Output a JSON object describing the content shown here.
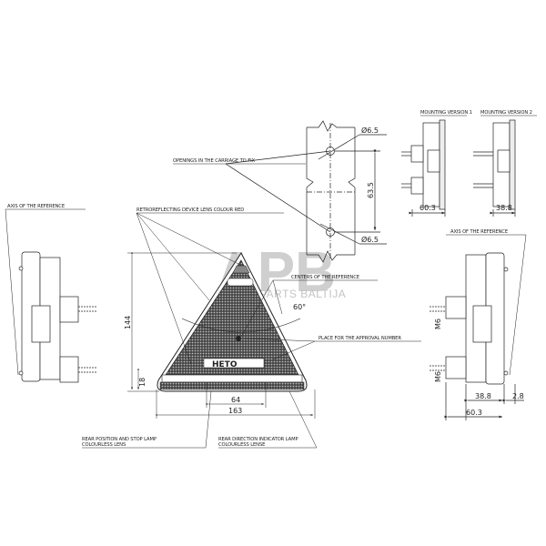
{
  "labels": {
    "openings": "OPENINGS IN THE CARRIAGE TO FIX",
    "axis_left": "AXIS OF THE REFERENCE",
    "axis_right": "AXIS OF THE REFERENCE",
    "retroreflecting": "RETROREFLECTING DEVICE LENS COLOUR RED",
    "centers": "CENTERS OF THE REFERENCE",
    "approval": "PLACE FOR THE APPROVAL NUMBER",
    "rear_position_1": "REAR POSITION AND STOP LAMP",
    "rear_position_2": "COLOURLESS LENS",
    "rear_direction_1": "REAR DIRECTION INDICATOR LAMP",
    "rear_direction_2": "COLOURLESS LENSE",
    "mounting_v1": "MOUNTING VERSION 1",
    "mounting_v2": "MOUNTING VERSION 2"
  },
  "dimensions": {
    "hole_top": "Ø6.5",
    "hole_bottom": "Ø6.5",
    "hole_spacing": "63.5",
    "height": "144",
    "base_strip": "18",
    "center_width": "64",
    "overall_width": "163",
    "angle": "60°",
    "mv1_depth": "60.3",
    "mv2_depth": "38.8",
    "right_depth_inner": "38.8",
    "right_depth_lip": "2.8",
    "right_depth_total": "60.3",
    "thread_top": "M6",
    "thread_bottom": "M6"
  },
  "watermark": {
    "logo": "APB",
    "sub": "PARTS BALTIJA"
  },
  "lamp_logo": "HETO"
}
